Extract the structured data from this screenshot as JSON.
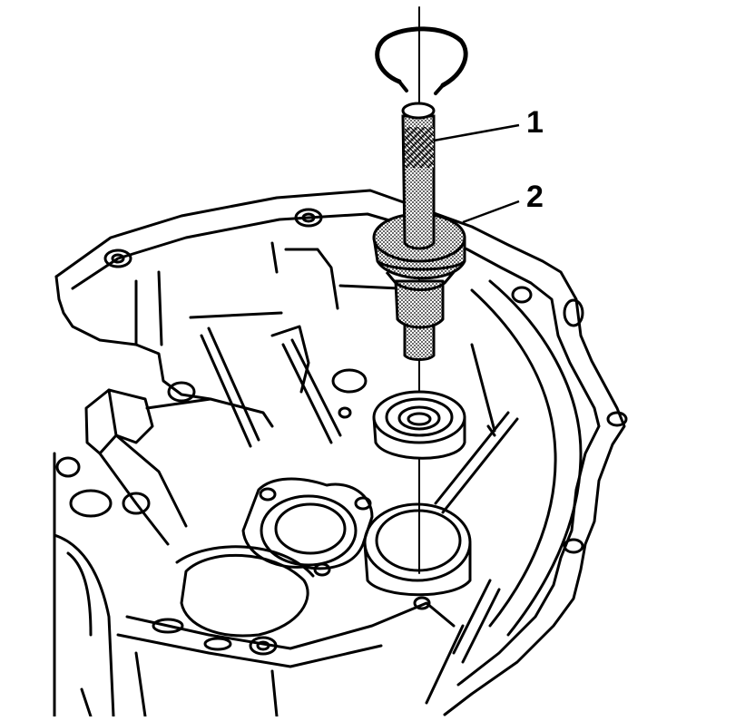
{
  "diagram": {
    "callouts": [
      {
        "id": "1",
        "label": "1"
      },
      {
        "id": "2",
        "label": "2"
      }
    ],
    "colors": {
      "line": "#000000",
      "background": "#ffffff",
      "stipple": "#bdbdbd"
    }
  }
}
